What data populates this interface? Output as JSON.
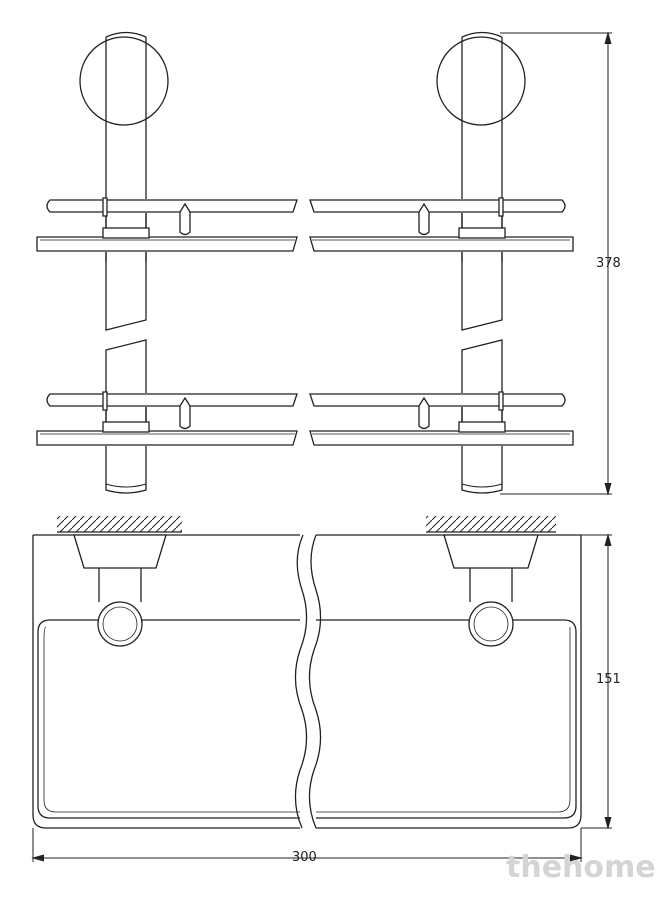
{
  "dimensions": {
    "height": "378",
    "depth": "151",
    "width": "300"
  },
  "watermark": "thehome",
  "colors": {
    "line": "#222222",
    "watermark": "#d4d4d4"
  }
}
